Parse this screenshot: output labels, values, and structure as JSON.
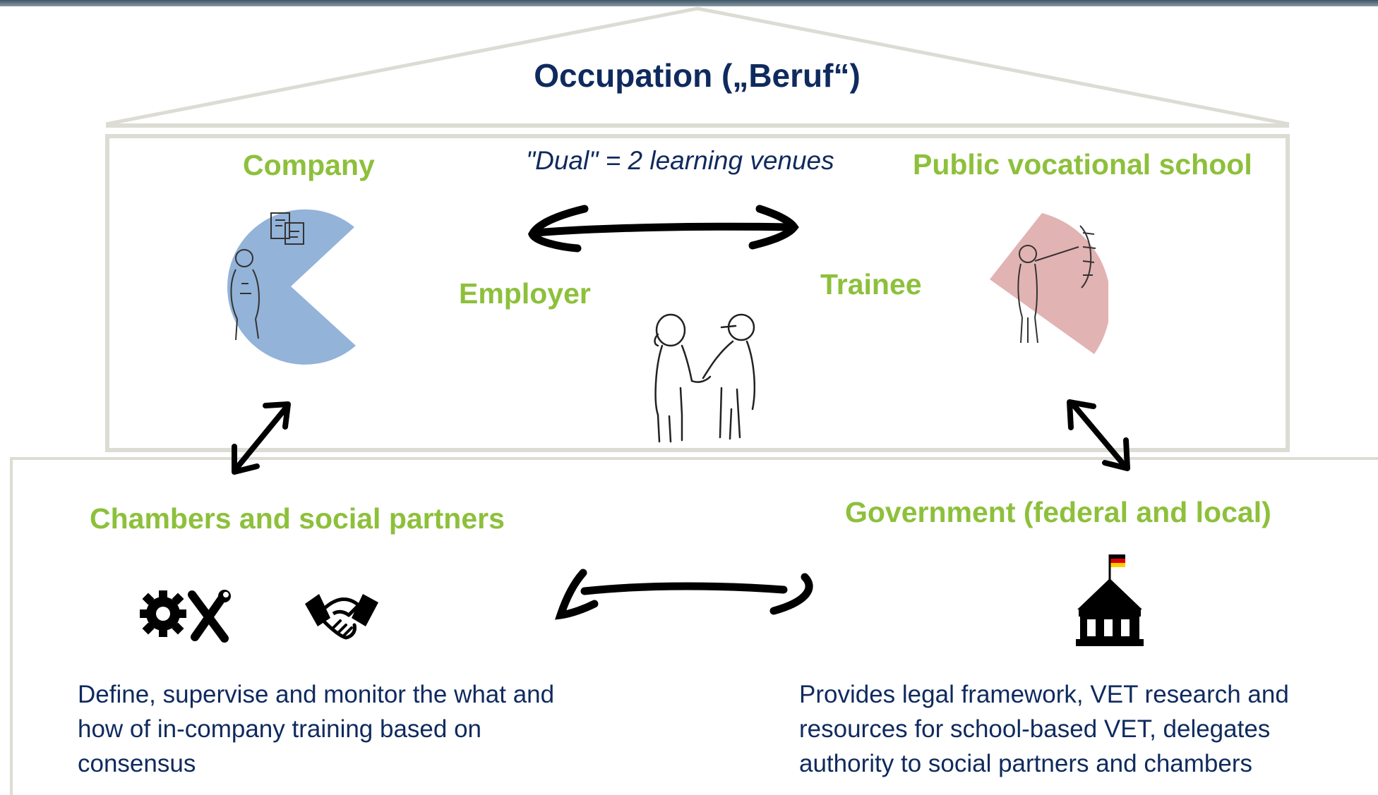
{
  "title": "Occupation („Beruf“)",
  "venues": {
    "company": "Company",
    "dual_label": "\"Dual\" = 2 learning venues",
    "school": "Public vocational school"
  },
  "roles": {
    "employer": "Employer",
    "trainee": "Trainee"
  },
  "partners": {
    "chambers": {
      "heading": "Chambers and social partners",
      "description": "Define, supervise and monitor the what and how of in-company training based on consensus"
    },
    "government": {
      "heading": "Government (federal and local)",
      "description": "Provides legal framework, VET research and resources for school-based VET, delegates authority to social partners and chambers"
    }
  },
  "colors": {
    "title": "#0f2a5e",
    "heading_green": "#8dc03b",
    "company_blue": "#93b3d8",
    "school_pink": "#e2b3b3",
    "frame": "#dcdcd4"
  },
  "icons": [
    "company-pacman-icon",
    "school-wedge-icon",
    "handshake-people-icon",
    "gear-icon",
    "wrench-screwdriver-icon",
    "handshake-icon",
    "government-building-icon",
    "double-arrow-icon"
  ]
}
